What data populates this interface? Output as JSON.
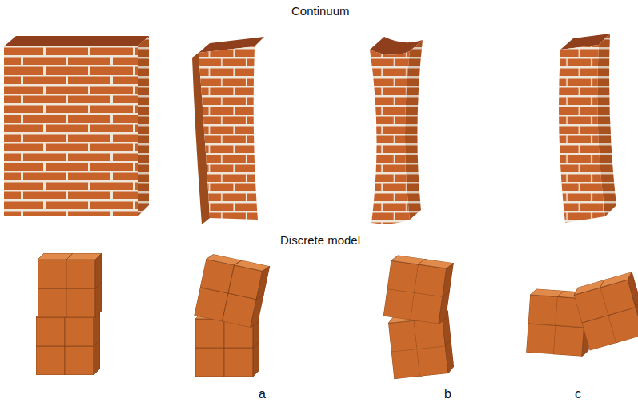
{
  "diagram": {
    "labels": [
      "Continuum",
      "Discrete model",
      "a",
      "b",
      "c"
    ]
  }
}
